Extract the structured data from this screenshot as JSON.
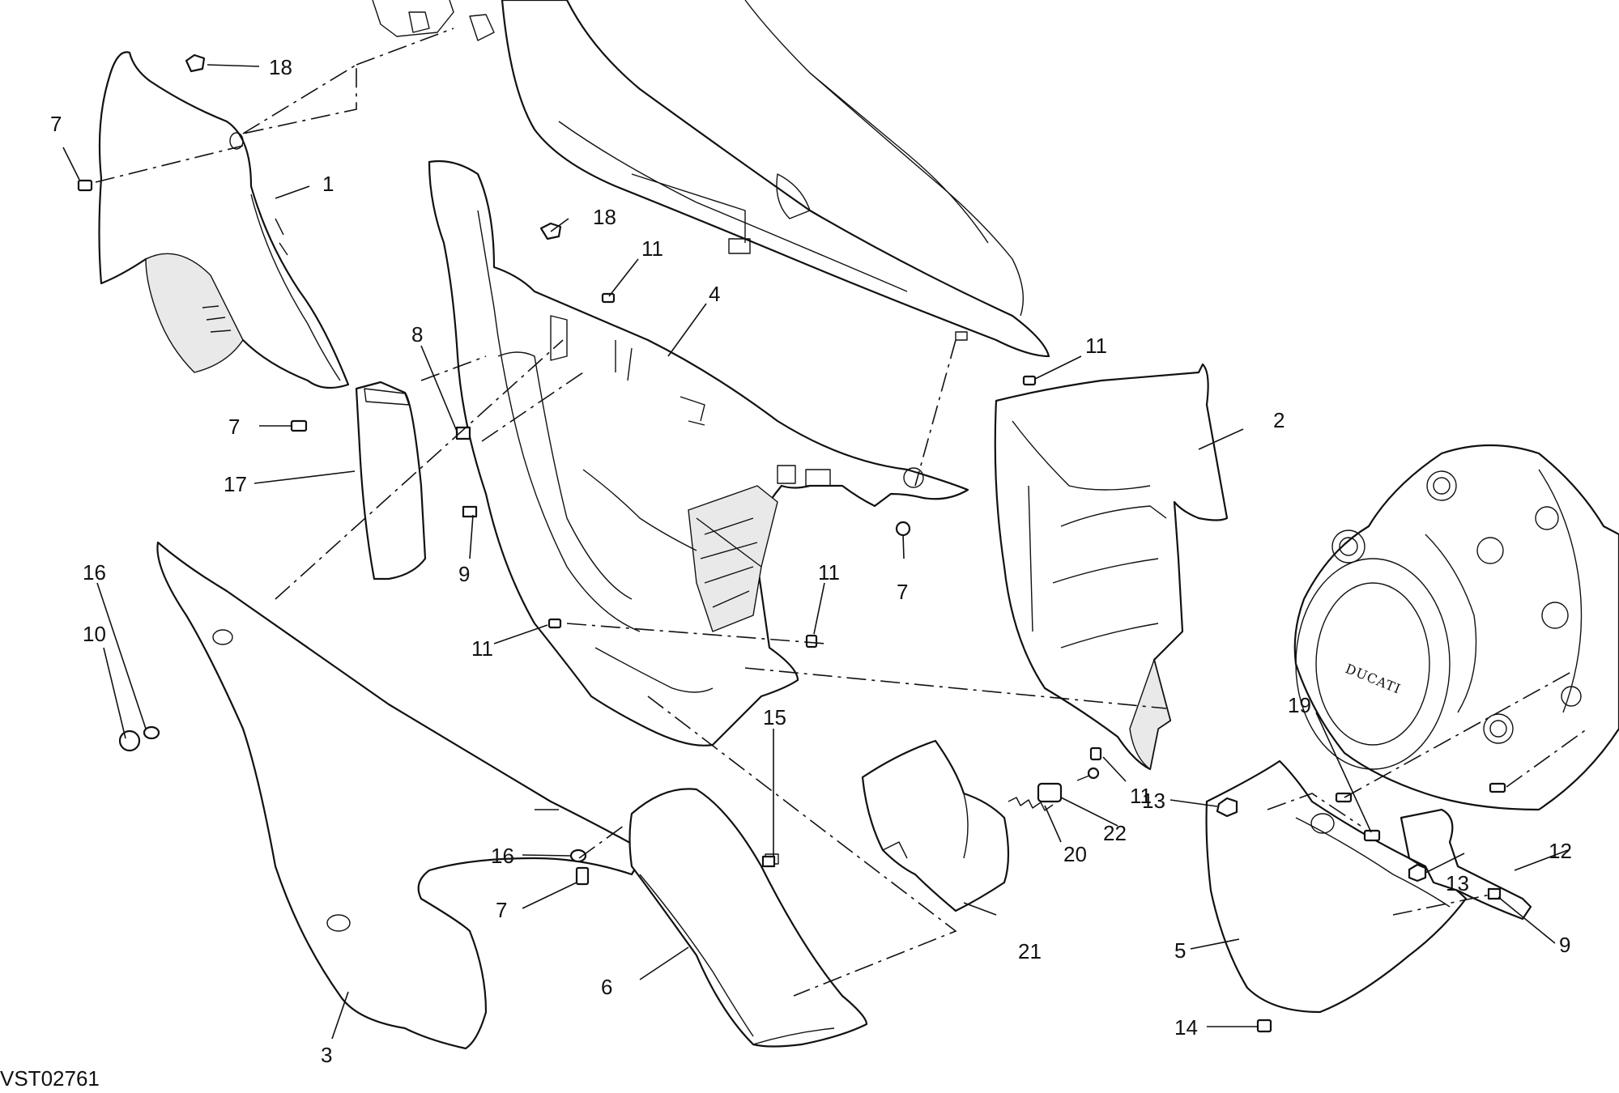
{
  "drawing_code": "VST02761",
  "engine_logo_text": "DUCATI",
  "callouts": [
    {
      "id": "c1",
      "label": "1"
    },
    {
      "id": "c2",
      "label": "2"
    },
    {
      "id": "c3",
      "label": "3"
    },
    {
      "id": "c4",
      "label": "4"
    },
    {
      "id": "c5",
      "label": "5"
    },
    {
      "id": "c6",
      "label": "6"
    },
    {
      "id": "c7a",
      "label": "7"
    },
    {
      "id": "c7b",
      "label": "7"
    },
    {
      "id": "c7c",
      "label": "7"
    },
    {
      "id": "c7d",
      "label": "7"
    },
    {
      "id": "c8",
      "label": "8"
    },
    {
      "id": "c9a",
      "label": "9"
    },
    {
      "id": "c9b",
      "label": "9"
    },
    {
      "id": "c10",
      "label": "10"
    },
    {
      "id": "c11a",
      "label": "11"
    },
    {
      "id": "c11b",
      "label": "11"
    },
    {
      "id": "c11c",
      "label": "11"
    },
    {
      "id": "c11d",
      "label": "11"
    },
    {
      "id": "c11e",
      "label": "11"
    },
    {
      "id": "c12",
      "label": "12"
    },
    {
      "id": "c13a",
      "label": "13"
    },
    {
      "id": "c13b",
      "label": "13"
    },
    {
      "id": "c14",
      "label": "14"
    },
    {
      "id": "c15",
      "label": "15"
    },
    {
      "id": "c16a",
      "label": "16"
    },
    {
      "id": "c16b",
      "label": "16"
    },
    {
      "id": "c17",
      "label": "17"
    },
    {
      "id": "c18a",
      "label": "18"
    },
    {
      "id": "c18b",
      "label": "18"
    },
    {
      "id": "c19",
      "label": "19"
    },
    {
      "id": "c20",
      "label": "20"
    },
    {
      "id": "c21",
      "label": "21"
    },
    {
      "id": "c22",
      "label": "22"
    }
  ]
}
